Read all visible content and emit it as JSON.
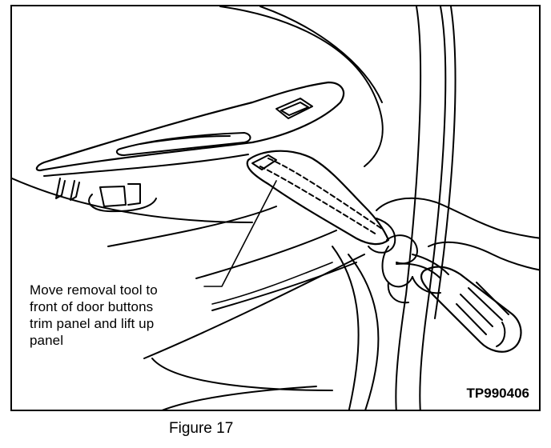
{
  "figure": {
    "callout_text": "Move removal tool to\nfront of door buttons\ntrim panel and lift up\npanel",
    "code": "TP990406",
    "caption": "Figure 17"
  },
  "illustration": {
    "subject": "door trim panel removal",
    "icons": [
      "door-buttons-trim-panel",
      "removal-tool",
      "hand",
      "screwdriver-handle"
    ]
  }
}
